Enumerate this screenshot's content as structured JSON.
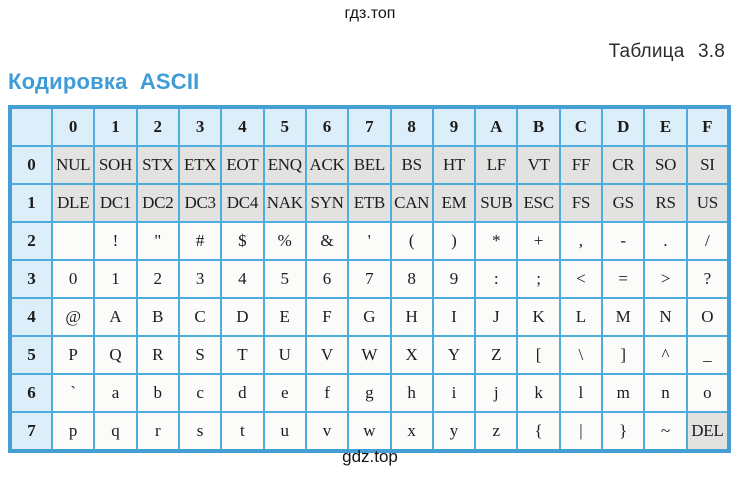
{
  "page": {
    "top_watermark": "гдз.топ",
    "bottom_watermark": "gdz.top",
    "table_caption": "Таблица 3.8",
    "title": "Кодировка ASCII"
  },
  "colors": {
    "title_blue": "#3f9cd6",
    "outer_border": "#459fd4",
    "grid_line": "#4fadde",
    "header_bg": "#dceef9",
    "control_cell_bg": "#e2e2e0",
    "cell_bg": "#fbfbfa",
    "text": "#1c1c1c"
  },
  "table": {
    "col_headers": [
      "0",
      "1",
      "2",
      "3",
      "4",
      "5",
      "6",
      "7",
      "8",
      "9",
      "A",
      "B",
      "C",
      "D",
      "E",
      "F"
    ],
    "rows": [
      {
        "label": "0",
        "control": true,
        "cells": [
          "NUL",
          "SOH",
          "STX",
          "ETX",
          "EOT",
          "ENQ",
          "ACK",
          "BEL",
          "BS",
          "HT",
          "LF",
          "VT",
          "FF",
          "CR",
          "SO",
          "SI"
        ]
      },
      {
        "label": "1",
        "control": true,
        "cells": [
          "DLE",
          "DC1",
          "DC2",
          "DC3",
          "DC4",
          "NAK",
          "SYN",
          "ETB",
          "CAN",
          "EM",
          "SUB",
          "ESC",
          "FS",
          "GS",
          "RS",
          "US"
        ]
      },
      {
        "label": "2",
        "control": false,
        "cells": [
          "",
          "!",
          "\"",
          "#",
          "$",
          "%",
          "&",
          "'",
          "(",
          ")",
          "*",
          "+",
          ",",
          "-",
          ".",
          "/"
        ]
      },
      {
        "label": "3",
        "control": false,
        "cells": [
          "0",
          "1",
          "2",
          "3",
          "4",
          "5",
          "6",
          "7",
          "8",
          "9",
          ":",
          ";",
          "<",
          "=",
          ">",
          "?"
        ]
      },
      {
        "label": "4",
        "control": false,
        "cells": [
          "@",
          "A",
          "B",
          "C",
          "D",
          "E",
          "F",
          "G",
          "H",
          "I",
          "J",
          "K",
          "L",
          "M",
          "N",
          "O"
        ]
      },
      {
        "label": "5",
        "control": false,
        "cells": [
          "P",
          "Q",
          "R",
          "S",
          "T",
          "U",
          "V",
          "W",
          "X",
          "Y",
          "Z",
          "[",
          "\\",
          "]",
          "^",
          "_"
        ]
      },
      {
        "label": "6",
        "control": false,
        "cells": [
          "`",
          "a",
          "b",
          "c",
          "d",
          "e",
          "f",
          "g",
          "h",
          "i",
          "j",
          "k",
          "l",
          "m",
          "n",
          "o"
        ]
      },
      {
        "label": "7",
        "control": false,
        "gray_cols": [
          "F"
        ],
        "cells": [
          "p",
          "q",
          "r",
          "s",
          "t",
          "u",
          "v",
          "w",
          "x",
          "y",
          "z",
          "{",
          "|",
          "}",
          "~",
          "DEL"
        ]
      }
    ]
  }
}
